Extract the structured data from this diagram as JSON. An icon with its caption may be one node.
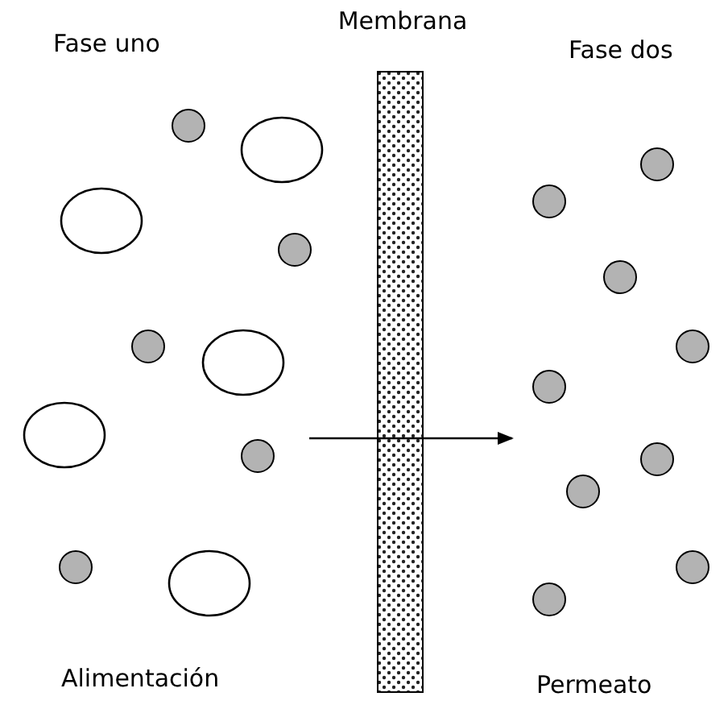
{
  "diagram": {
    "nodes": [
      {
        "text": [
          "Membrana"
        ]
      }
    ],
    "edges": [],
    "labels": [
      "Fase uno",
      "Fase dos",
      "Alimentación",
      "Permeato"
    ]
  }
}
